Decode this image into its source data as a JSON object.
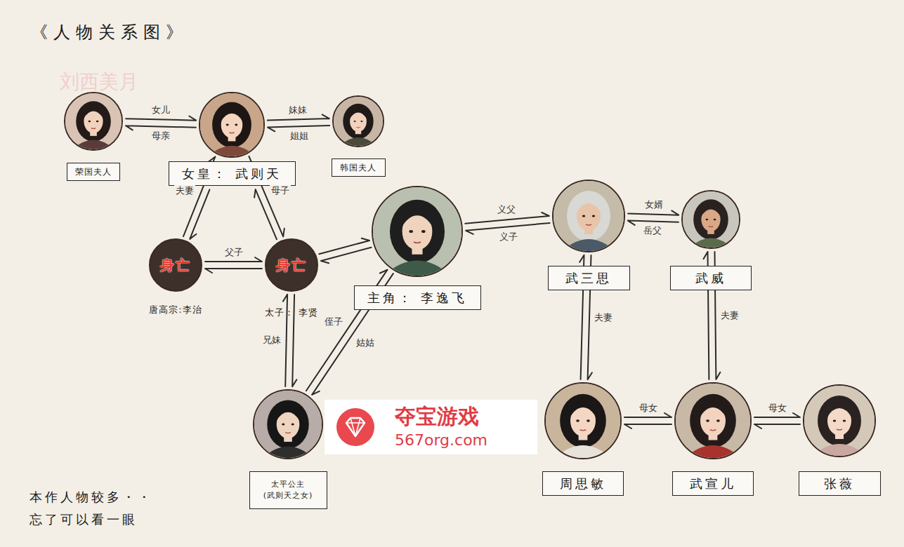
{
  "diagram": {
    "title": "《人物关系图》",
    "nodes": [
      {
        "text": [
          "荣国夫人"
        ]
      },
      {
        "text": [
          "女皇： 武则天"
        ]
      },
      {
        "text": [
          "韩国夫人"
        ]
      },
      {
        "text": [
          "身亡",
          "唐高宗:李治"
        ]
      },
      {
        "text": [
          "身亡",
          "太子： 李贤"
        ]
      },
      {
        "text": [
          "主角： 李逸飞"
        ]
      },
      {
        "text": [
          "武三思"
        ]
      },
      {
        "text": [
          "武威"
        ]
      },
      {
        "text": [
          "太平公主 (武则天之女)"
        ]
      },
      {
        "text": [
          "周思敏"
        ]
      },
      {
        "text": [
          "武宣儿"
        ]
      },
      {
        "text": [
          "张薇"
        ]
      }
    ],
    "edges": [
      {
        "from": 0,
        "to": 1,
        "label": "女儿",
        "arrow": "to"
      },
      {
        "from": 1,
        "to": 0,
        "label": "母亲",
        "arrow": "to"
      },
      {
        "from": 1,
        "to": 2,
        "label": "妹妹",
        "arrow": "to"
      },
      {
        "from": 2,
        "to": 1,
        "label": "姐姐",
        "arrow": "to"
      },
      {
        "from": 3,
        "to": 1,
        "label": "夫妻",
        "arrow": "to"
      },
      {
        "from": 1,
        "to": 3,
        "arrow": "to"
      },
      {
        "from": 1,
        "to": 4,
        "label": "母子",
        "arrow": "to"
      },
      {
        "from": 4,
        "to": 1,
        "arrow": "to"
      },
      {
        "from": 3,
        "to": 4,
        "label": "父子",
        "arrow": "to"
      },
      {
        "from": 4,
        "to": 3,
        "arrow": "to"
      },
      {
        "from": 4,
        "to": 5,
        "arrow": "to"
      },
      {
        "from": 5,
        "to": 4,
        "arrow": "to"
      },
      {
        "from": 5,
        "to": 6,
        "label": "义父",
        "arrow": "to"
      },
      {
        "from": 6,
        "to": 5,
        "label": "义子",
        "arrow": "to"
      },
      {
        "from": 6,
        "to": 7,
        "label": "女婿",
        "arrow": "to"
      },
      {
        "from": 7,
        "to": 6,
        "label": "岳父",
        "arrow": "to"
      },
      {
        "from": 8,
        "to": 4,
        "label": "兄妹",
        "arrow": "to"
      },
      {
        "from": 4,
        "to": 8,
        "arrow": "to"
      },
      {
        "from": 8,
        "to": 5,
        "label": "侄子",
        "arrow": "to"
      },
      {
        "from": 5,
        "to": 8,
        "label": "姑姑",
        "arrow": "to"
      },
      {
        "from": 6,
        "to": 9,
        "label": "夫妻",
        "arrow": "to"
      },
      {
        "from": 9,
        "to": 6,
        "arrow": "to"
      },
      {
        "from": 7,
        "to": 10,
        "label": "夫妻",
        "arrow": "to"
      },
      {
        "from": 10,
        "to": 7,
        "arrow": "to"
      },
      {
        "from": 9,
        "to": 10,
        "label": "母女",
        "arrow": "to"
      },
      {
        "from": 10,
        "to": 9,
        "arrow": "to"
      },
      {
        "from": 10,
        "to": 11,
        "label": "母女",
        "arrow": "to"
      },
      {
        "from": 11,
        "to": 10,
        "arrow": "to"
      }
    ],
    "labels": [
      "刘西美月",
      "夺宝游戏",
      "567org.com",
      "本作人物较多・・ 忘了可以看一眼"
    ]
  }
}
